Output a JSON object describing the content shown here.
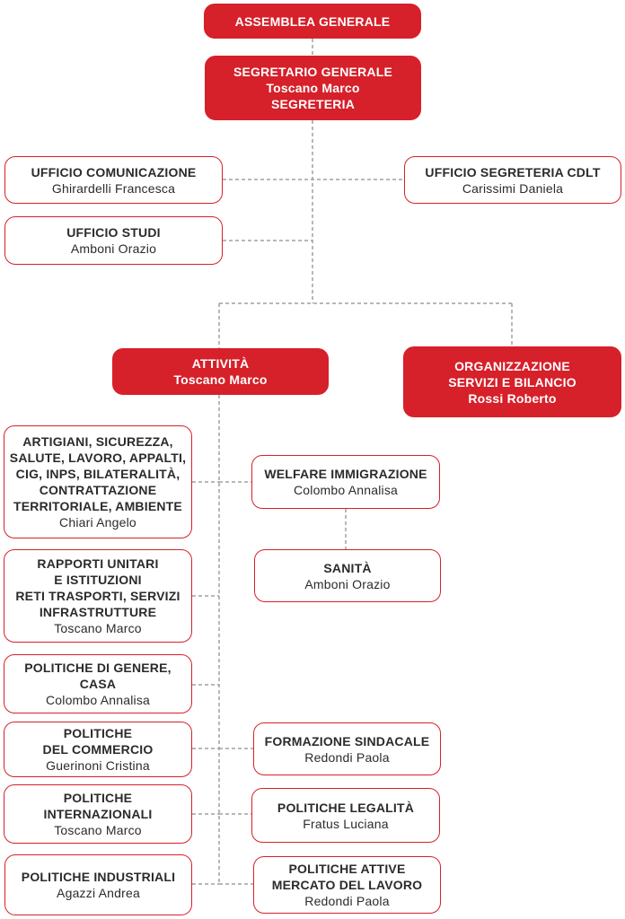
{
  "nodes": {
    "assemblea": {
      "title": "ASSEMBLEA GENERALE"
    },
    "segretario": {
      "title": "SEGRETARIO GENERALE",
      "name": "Toscano Marco",
      "sub": "SEGRETERIA"
    },
    "comunicazione": {
      "title": "UFFICIO COMUNICAZIONE",
      "name": "Ghirardelli Francesca"
    },
    "segreteria_cdlt": {
      "title": "UFFICIO SEGRETERIA CDLT",
      "name": "Carissimi Daniela"
    },
    "studi": {
      "title": "UFFICIO STUDI",
      "name": "Amboni Orazio"
    },
    "attivita": {
      "title": "ATTIVITÀ",
      "name": "Toscano Marco"
    },
    "organizzazione": {
      "title1": "ORGANIZZAZIONE",
      "title2": "SERVIZI E BILANCIO",
      "name": "Rossi Roberto"
    },
    "artigiani": {
      "l1": "ARTIGIANI, SICUREZZA,",
      "l2": "SALUTE, LAVORO, APPALTI,",
      "l3": "CIG, INPS, BILATERALITÀ,",
      "l4": "CONTRATTAZIONE",
      "l5": "TERRITORIALE, AMBIENTE",
      "name": "Chiari Angelo"
    },
    "welfare": {
      "title": "WELFARE IMMIGRAZIONE",
      "name": "Colombo Annalisa"
    },
    "sanita": {
      "title": "SANITÀ",
      "name": "Amboni Orazio"
    },
    "rapporti": {
      "l1": "RAPPORTI UNITARI",
      "l2": "E ISTITUZIONI",
      "l3": "RETI TRASPORTI, SERVIZI",
      "l4": "INFRASTRUTTURE",
      "name": "Toscano Marco"
    },
    "genere": {
      "l1": "POLITICHE DI GENERE,",
      "l2": "CASA",
      "name": "Colombo Annalisa"
    },
    "commercio": {
      "l1": "POLITICHE",
      "l2": "DEL COMMERCIO",
      "name": "Guerinoni Cristina"
    },
    "formazione": {
      "title": "FORMAZIONE SINDACALE",
      "name": "Redondi Paola"
    },
    "internazionali": {
      "l1": "POLITICHE",
      "l2": "INTERNAZIONALI",
      "name": "Toscano Marco"
    },
    "legalita": {
      "title": "POLITICHE LEGALITÀ",
      "name": "Fratus Luciana"
    },
    "industriali": {
      "title": "POLITICHE INDUSTRIALI",
      "name": "Agazzi Andrea"
    },
    "attive": {
      "l1": "POLITICHE ATTIVE",
      "l2": "MERCATO DEL LAVORO",
      "name": "Redondi Paola"
    }
  },
  "colors": {
    "accent": "#d6202a",
    "connector": "#a0a0a0",
    "text": "#2b2b2b"
  }
}
